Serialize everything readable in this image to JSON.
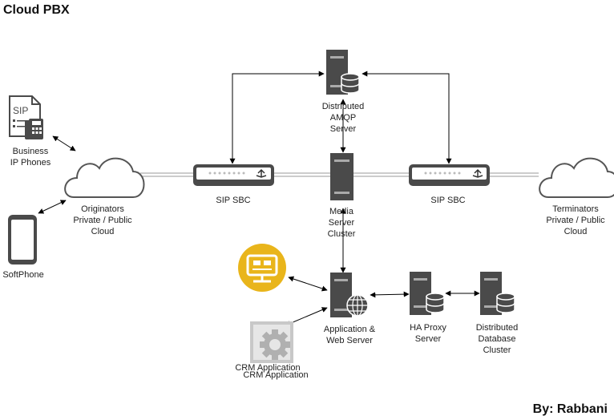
{
  "title": "Cloud PBX",
  "author": "By: Rabbani",
  "nodes": {
    "business_phones": {
      "label": "Business\nIP Phones",
      "icon": "sip-phone-icon",
      "sip_text": "SIP"
    },
    "softphone": {
      "label": "SoftPhone",
      "icon": "mobile-phone-icon"
    },
    "originators_cloud": {
      "label": "Originators\nPrivate / Public\nCloud",
      "icon": "cloud-icon"
    },
    "sbc_left": {
      "label": "SIP SBC",
      "icon": "sbc-appliance-icon"
    },
    "sbc_right": {
      "label": "SIP SBC",
      "icon": "sbc-appliance-icon"
    },
    "terminators_cloud": {
      "label": "Terminators\nPrivate / Public\nCloud",
      "icon": "cloud-icon"
    },
    "amqp_server": {
      "label": "Distributed\nAMQP\nServer",
      "icon": "database-server-icon"
    },
    "media_server": {
      "label": "Media\nServer\nCluster",
      "icon": "server-tower-icon"
    },
    "app_server": {
      "label": "Application &\nWeb Server",
      "icon": "web-server-icon"
    },
    "ha_proxy": {
      "label": "HA Proxy\nServer",
      "icon": "database-server-icon"
    },
    "db_cluster": {
      "label": "Distributed\nDatabase\nCluster",
      "icon": "database-server-icon"
    },
    "monitor": {
      "label": "",
      "icon": "monitor-icon"
    },
    "crm": {
      "label": "CRM Application",
      "label_echo": "CRM Application",
      "icon": "gear-icon"
    }
  },
  "colors": {
    "server": "#4a4a4a",
    "server_dark": "#3a3a3a",
    "cloud_stroke": "#555555",
    "monitor_badge": "#e9b51b",
    "gear": "#b9b9b9",
    "line": "#000000",
    "trunk": "#888888"
  }
}
